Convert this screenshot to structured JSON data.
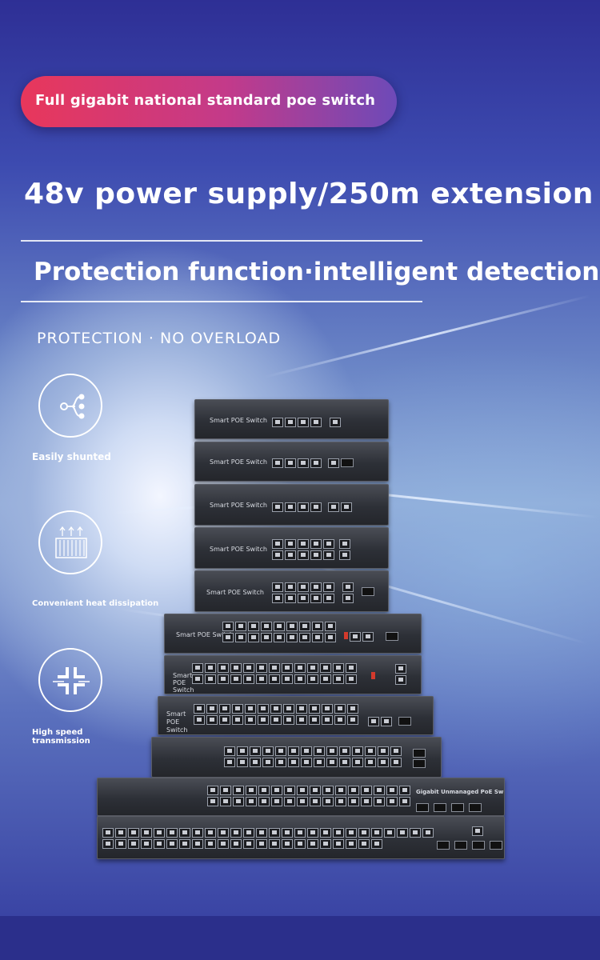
{
  "banner": {
    "label": "Full gigabit national standard poe switch"
  },
  "headline": "48v power supply/250m extension",
  "subheadline": "Protection function·intelligent detection",
  "tagline": "PROTECTION · NO OVERLOAD",
  "features": [
    {
      "icon": "branch-split-icon",
      "label": "Easily shunted"
    },
    {
      "icon": "heat-vent-icon",
      "label": "Convenient heat dissipation"
    },
    {
      "icon": "transmission-icon",
      "label": "High speed transmission"
    }
  ],
  "switch_labels": {
    "s1": "Smart POE Switch",
    "s2": "Smart POE Switch",
    "s3": "Smart POE Switch",
    "s4": "Smart POE Switch",
    "s5": "Smart POE Switch",
    "s6": "Smart POE Switch",
    "s7": "Smart POE Switch",
    "s8": "Smart POE Switch",
    "s11": "Gigabit Unmanaged PoE Switch"
  },
  "colors": {
    "banner_start": "#e8375b",
    "banner_end": "#6d4ab8",
    "background": "#3d4bb0",
    "text": "#ffffff"
  }
}
